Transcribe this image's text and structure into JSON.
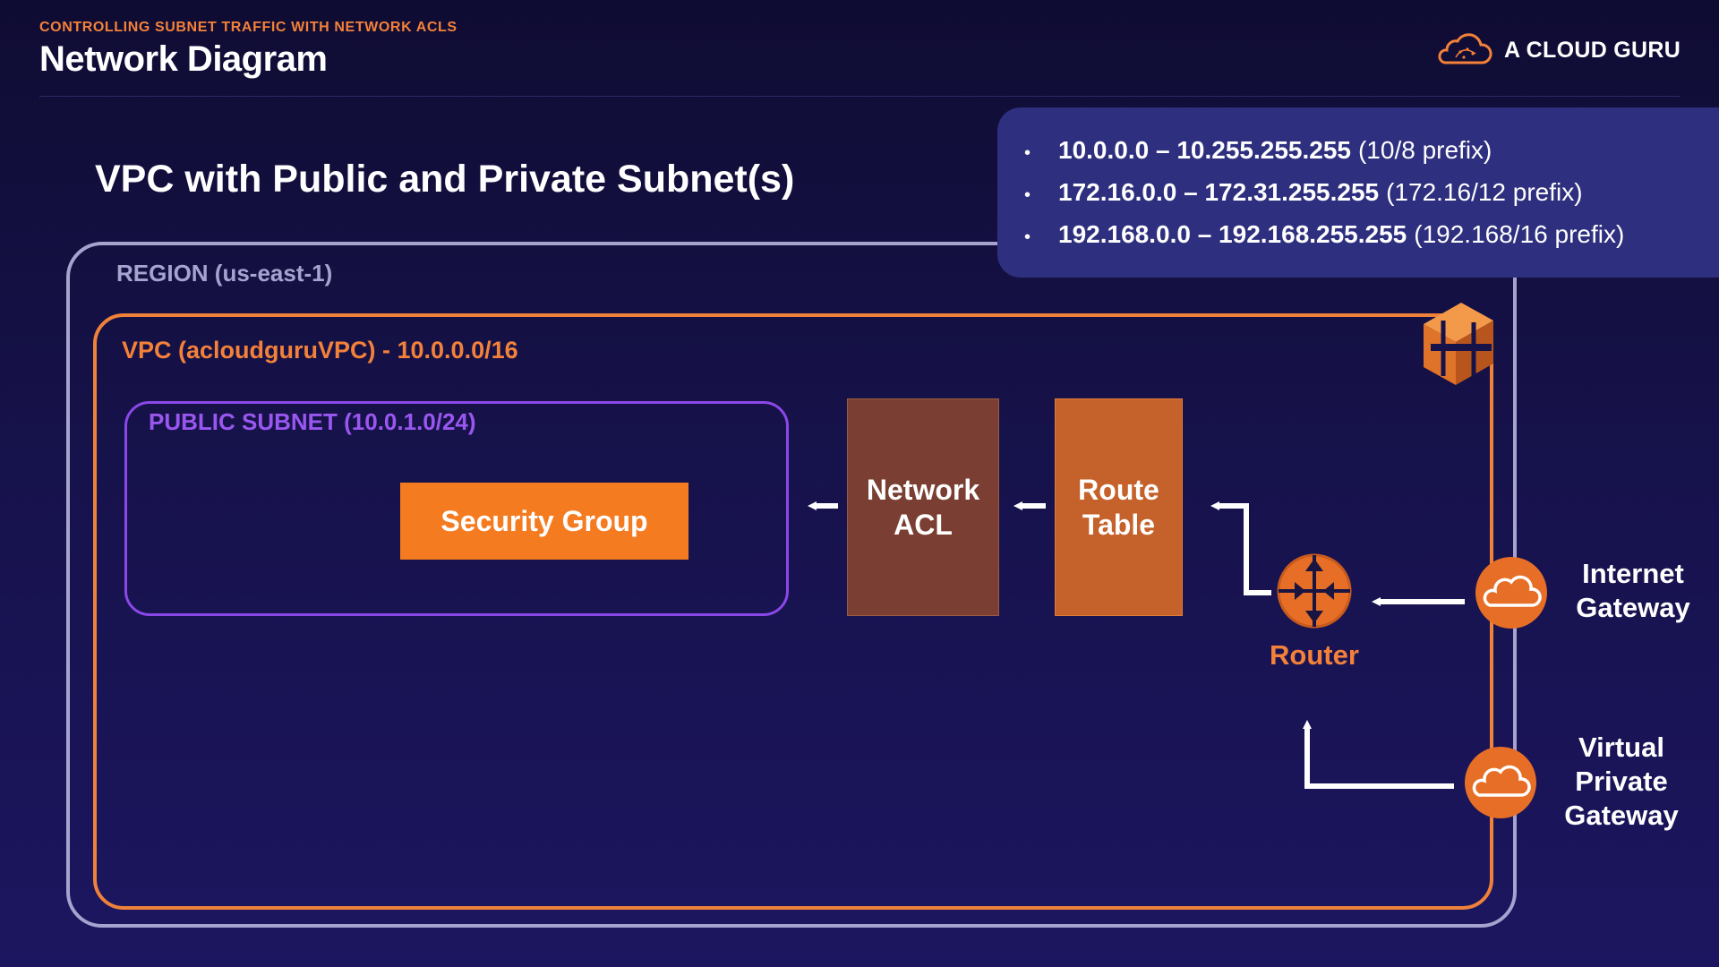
{
  "header": {
    "kicker": "CONTROLLING SUBNET TRAFFIC WITH NETWORK ACLS",
    "title": "Network Diagram",
    "brand": "A CLOUD GURU"
  },
  "subtitle": "VPC with Public and Private Subnet(s)",
  "private_ranges": [
    {
      "range": "10.0.0.0 – 10.255.255.255",
      "prefix": "(10/8 prefix)"
    },
    {
      "range": "172.16.0.0 – 172.31.255.255",
      "prefix": "(172.16/12 prefix)"
    },
    {
      "range": "192.168.0.0 – 192.168.255.255",
      "prefix": "(192.168/16 prefix)"
    }
  ],
  "diagram": {
    "region_label": "REGION (us-east-1)",
    "vpc_label": "VPC (acloudguruVPC) - 10.0.0.0/16",
    "subnet_label": "PUBLIC SUBNET (10.0.1.0/24)",
    "security_group": "Security Group",
    "network_acl": "Network\nACL",
    "route_table": "Route\nTable",
    "router": "Router",
    "internet_gateway": "Internet\nGateway",
    "virtual_private_gateway": "Virtual\nPrivate\nGateway"
  },
  "colors": {
    "accent_orange": "#f47b20",
    "region_border": "#a7a3cf",
    "subnet_purple": "#8b47e8",
    "callout_bg": "#2e2f7e"
  },
  "icons": [
    "cloud-logo-icon",
    "vpc-cube-icon",
    "router-icon",
    "internet-gateway-cloud-icon",
    "vpn-gateway-cloud-icon",
    "arrow-icon"
  ]
}
